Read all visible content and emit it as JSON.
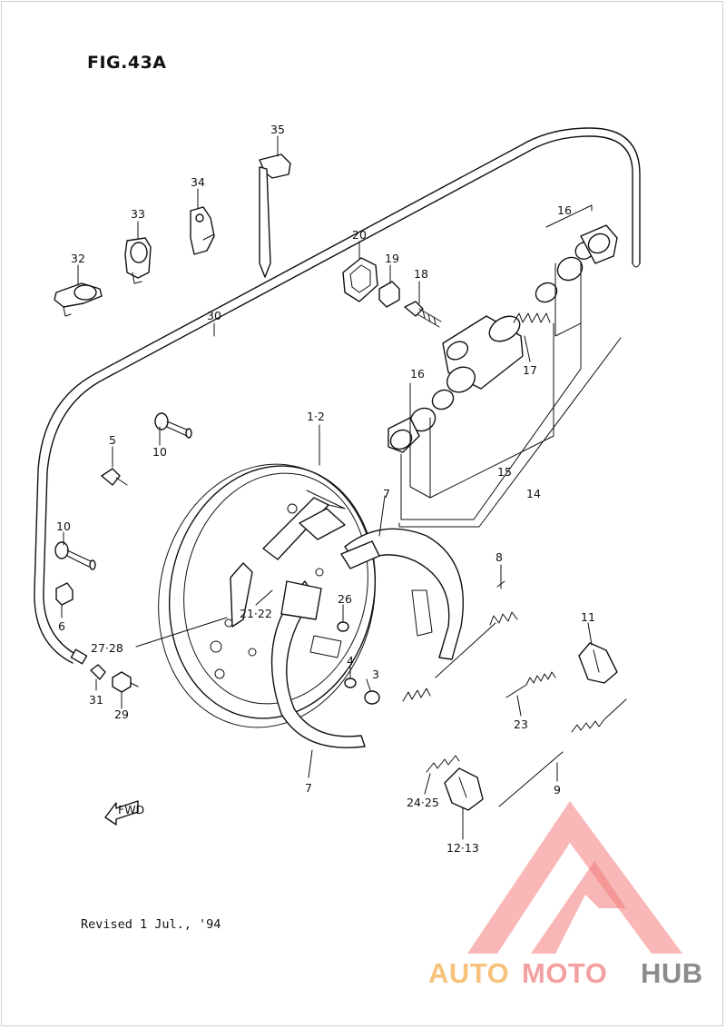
{
  "figure": {
    "title": "FIG.43A",
    "revision_note": "Revised 1 Jul., '94"
  },
  "forward_badge": "FWD",
  "callouts": {
    "c35": "35",
    "c34": "34",
    "c33": "33",
    "c32": "32",
    "c30": "30",
    "c20": "20",
    "c19": "19",
    "c18": "18",
    "c16a": "16",
    "c16b": "16",
    "c17": "17",
    "c15": "15",
    "c14": "14",
    "c12": "1·2",
    "c5": "5",
    "c10a": "10",
    "c10b": "10",
    "c6": "6",
    "c7a": "7",
    "c7b": "7",
    "c8": "8",
    "c11": "11",
    "c2122": "21·22",
    "c26": "26",
    "c2728": "27·28",
    "c4": "4",
    "c3": "3",
    "c31": "31",
    "c29": "29",
    "c23": "23",
    "c9": "9",
    "c2425": "24·25",
    "c1213": "12·13"
  },
  "watermark": {
    "part1": "AUTO",
    "part2": "MOTO",
    "part3": "HUB",
    "colors": {
      "auto": "#f6c27c",
      "moto": "#f4a0a0",
      "hub": "#8c8c8c",
      "logo": "#f26d6d"
    }
  }
}
